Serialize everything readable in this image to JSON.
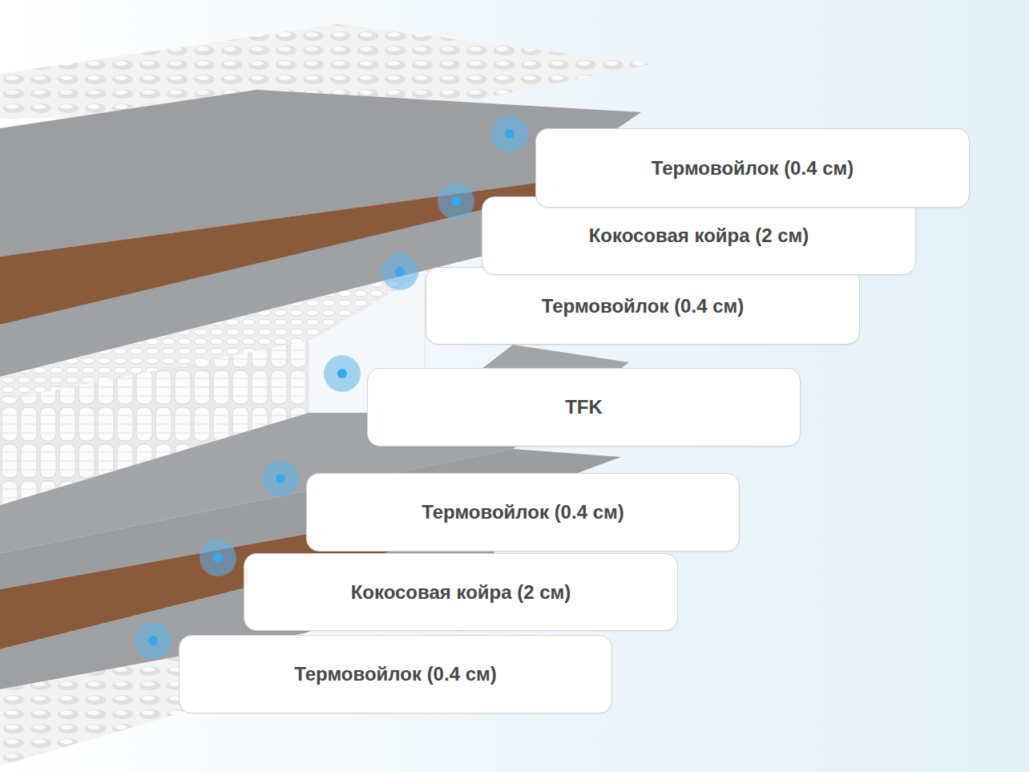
{
  "diagram": {
    "nodes": [
      {
        "text": [
          "Термовойлок (0.4 см)"
        ]
      },
      {
        "text": [
          "Кокосовая койра (2 см)"
        ]
      },
      {
        "text": [
          "Термовойлок (0.4 см)"
        ]
      },
      {
        "text": [
          "TFK"
        ]
      },
      {
        "text": [
          "Термовойлок (0.4 см)"
        ]
      },
      {
        "text": [
          "Кокосовая койра (2 см)"
        ]
      },
      {
        "text": [
          "Термовойлок (0.4 см)"
        ]
      }
    ]
  }
}
